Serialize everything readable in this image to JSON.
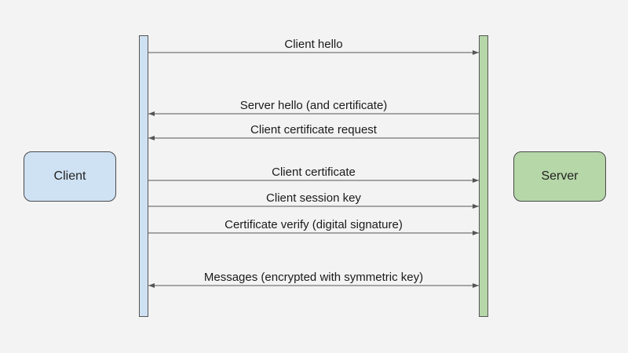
{
  "actors": {
    "client": "Client",
    "server": "Server"
  },
  "colors": {
    "background": "#f3f3f3",
    "client": "#cfe2f3",
    "server": "#b6d7a8",
    "line": "#555555"
  },
  "messages": [
    {
      "label": "Client hello",
      "direction": "client-to-server"
    },
    {
      "label": "Server hello (and certificate)",
      "direction": "server-to-client"
    },
    {
      "label": "Client certificate request",
      "direction": "server-to-client"
    },
    {
      "label": "Client certificate",
      "direction": "client-to-server"
    },
    {
      "label": "Client session key",
      "direction": "client-to-server"
    },
    {
      "label": "Certificate verify (digital signature)",
      "direction": "client-to-server"
    },
    {
      "label": "Messages (encrypted with symmetric key)",
      "direction": "bidirectional"
    }
  ]
}
